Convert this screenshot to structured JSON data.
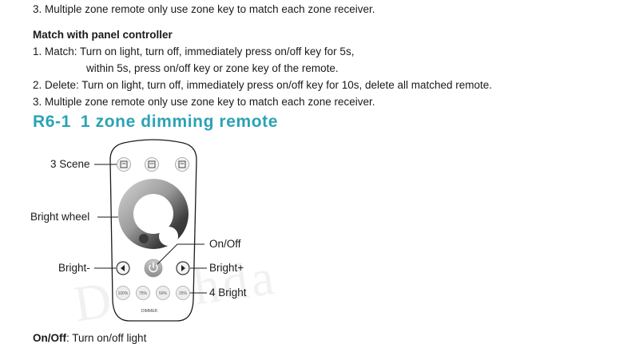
{
  "intro_line": "3. Multiple zone remote only use zone key to match each zone receiver.",
  "panel_section": {
    "title": "Match with panel controller",
    "lines": [
      "1. Match: Turn on light, turn off, immediately press on/off key for 5s,",
      "within 5s, press on/off key or zone key of the remote.",
      "2. Delete: Turn on light, turn off, immediately press on/off key for 10s, delete all matched remote.",
      "3. Multiple zone remote only use zone key to match each zone receiver."
    ]
  },
  "product": {
    "model": "R6-1",
    "name": "1 zone dimming remote"
  },
  "callouts": {
    "scene": "3 Scene",
    "wheel": "Bright wheel",
    "onoff": "On/Off",
    "bright_minus": "Bright-",
    "bright_plus": "Bright+",
    "four_bright": "4 Bright"
  },
  "remote_labels": {
    "pct_buttons": [
      "100%",
      "75%",
      "50%",
      "25%"
    ],
    "dimmer": "DIMMER"
  },
  "watermark": "Dexchda",
  "footer": {
    "term": "On/Off",
    "desc": ": Turn on/off light"
  },
  "colors": {
    "heading": "#2aa3b4",
    "text": "#1a1a1a"
  }
}
